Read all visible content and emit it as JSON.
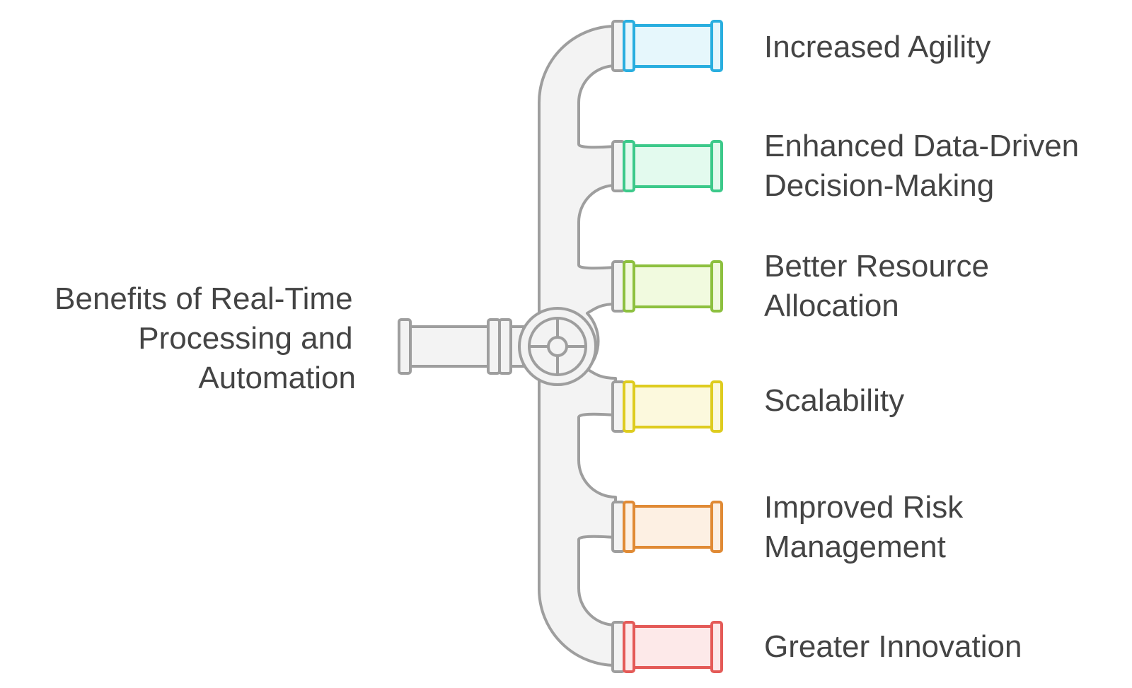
{
  "title_lines": [
    "Benefits of Real-Time",
    "Processing and",
    "Automation"
  ],
  "outputs": [
    {
      "label_lines": [
        "Increased Agility"
      ],
      "color": "#29AEDF",
      "fill": "#E6F7FC"
    },
    {
      "label_lines": [
        "Enhanced Data-Driven",
        "Decision-Making"
      ],
      "color": "#3CC98A",
      "fill": "#E3FAEE"
    },
    {
      "label_lines": [
        "Better Resource",
        "Allocation"
      ],
      "color": "#8DC03F",
      "fill": "#F1FADF"
    },
    {
      "label_lines": [
        "Scalability"
      ],
      "color": "#DECC1F",
      "fill": "#FCF9DD"
    },
    {
      "label_lines": [
        "Improved Risk",
        "Management"
      ],
      "color": "#E08A35",
      "fill": "#FDF0E3"
    },
    {
      "label_lines": [
        "Greater Innovation"
      ],
      "color": "#E45A57",
      "fill": "#FDE9E9"
    }
  ],
  "pipe_color": "#9E9E9E",
  "pipe_fill": "#F3F3F3"
}
